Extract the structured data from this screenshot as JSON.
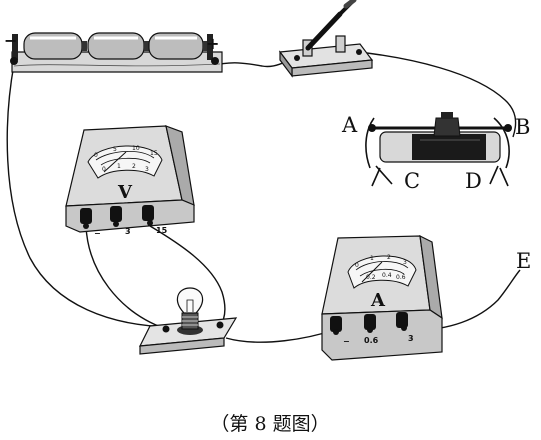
{
  "battery": {
    "neg_label": "−",
    "pos_label": "+"
  },
  "rheostat": {
    "label_a": "A",
    "label_b": "B",
    "label_c": "C",
    "label_d": "D"
  },
  "wire_end": {
    "label_e": "E"
  },
  "voltmeter": {
    "symbol": "V",
    "scale_top": [
      "0",
      "5",
      "10",
      "15"
    ],
    "scale_bottom": [
      "0",
      "1",
      "2",
      "3"
    ],
    "terminals": [
      "−",
      "3",
      "15"
    ]
  },
  "ammeter": {
    "symbol": "A",
    "scale_top": [
      "0",
      "1",
      "2",
      "3"
    ],
    "scale_bottom": [
      "0.2",
      "0.4",
      "0.6"
    ],
    "terminals": [
      "−",
      "0.6",
      "3"
    ]
  },
  "caption": "（第 8 题图）"
}
